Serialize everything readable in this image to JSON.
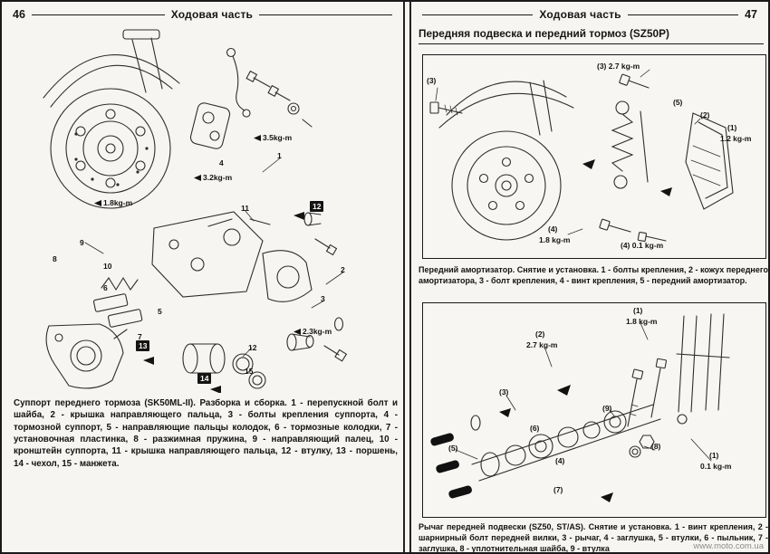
{
  "left_page": {
    "page_number": "46",
    "header_title": "Ходовая часть",
    "diagram_labels": [
      "3.5kg-m",
      "3.2kg-m",
      "1.8kg-m",
      "2.3kg-m",
      "1",
      "2",
      "3",
      "4",
      "5",
      "6",
      "7",
      "8",
      "9",
      "10",
      "11",
      "12",
      "12",
      "13",
      "14",
      "15"
    ],
    "caption": "Суппорт переднего тормоза (SK50ML-II). Разборка и сборка. 1 - перепускной болт и шайба, 2 - крышка направляющего пальца, 3 - болты крепления суппорта, 4 - тормозной суппорт, 5 - направляющие пальцы колодок, 6 - тормозные колодки, 7 - установочная пластинка, 8 - разжимная пружина, 9 - направляющий палец, 10 - кронштейн суппорта, 11 - крышка направляющего пальца, 12 - втулку, 13 - поршень, 14 - чехол, 15 - манжета."
  },
  "right_page": {
    "page_number": "47",
    "header_title": "Ходовая часть",
    "section_title": "Передняя подвеска и передний тормоз (SZ50P)",
    "shock_diagram_labels": [
      "(3)",
      "(3) 2.7 kg-m",
      "(5)",
      "(2)",
      "(1)",
      "1.2 kg-m",
      "(4)",
      "1.8 kg-m",
      "(4) 0.1 kg-m"
    ],
    "shock_caption": "Передний амортизатор. Снятие и установка. 1 - болты крепления, 2 - кожух переднего амортизатора, 3 - болт крепления, 4 - винт крепления, 5 - передний амортизатор.",
    "lever_diagram_labels": [
      "(1)",
      "1.8 kg-m",
      "(2)",
      "2.7 kg-m",
      "(3)",
      "(9)",
      "(6)",
      "(5)",
      "(4)",
      "(8)",
      "(7)",
      "(1)",
      "0.1 kg-m"
    ],
    "lever_caption": "Рычаг передней подвески (SZ50, ST/AS). Снятие и установка. 1 - винт крепления, 2 - шарнирный болт передней вилки, 3 - рычаг, 4 - заглушка, 5 - втулки, 6 - пыльник, 7 - заглушка, 8 - уплотнительная шайба, 9 - втулка",
    "watermark": "www.moto.com.ua"
  }
}
